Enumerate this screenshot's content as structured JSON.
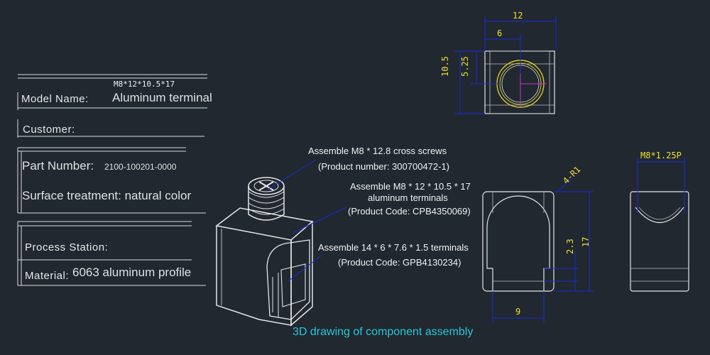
{
  "title_block": {
    "spec_text": "M8*12*10.5*17",
    "model_label": "Model Name:",
    "model_value": "Aluminum terminal",
    "customer_label": "Customer:",
    "part_number_label": "Part Number:",
    "part_number_value": "2100-100201-0000",
    "surface_treatment": "Surface treatment: natural color",
    "process_station_label": "Process Station:",
    "material_label": "Material:",
    "material_value": "6063 aluminum profile"
  },
  "callouts": [
    {
      "line1": "Assemble M8 * 12.8 cross screws",
      "line2": "(Product number: 300700472-1)"
    },
    {
      "line1": "Assemble M8 * 12 * 10.5 * 17",
      "line2": "aluminum terminals",
      "line3": "(Product Code: CPB4350069)"
    },
    {
      "line1": "Assemble 14 * 6 * 7.6 * 1.5 terminals",
      "line2": "(Product Code: GPB4130234)"
    }
  ],
  "dimensions": {
    "top_width": "12",
    "top_half_width": "6",
    "top_height": "10.5",
    "top_half_height": "5.25",
    "front_radius": "4-R1",
    "front_height": "17",
    "front_slot": "2.3",
    "front_bottom": "9",
    "side_thread": "M8*1.25P"
  },
  "caption": "3D drawing of component assembly",
  "colors": {
    "background": "#212830",
    "dimension": "#f0e030",
    "dimension_line": "#1a2bd8",
    "outline": "#e6e6e6",
    "caption": "#28c8d8",
    "circle": "#d8c830",
    "center_mark": "#d030d0"
  }
}
